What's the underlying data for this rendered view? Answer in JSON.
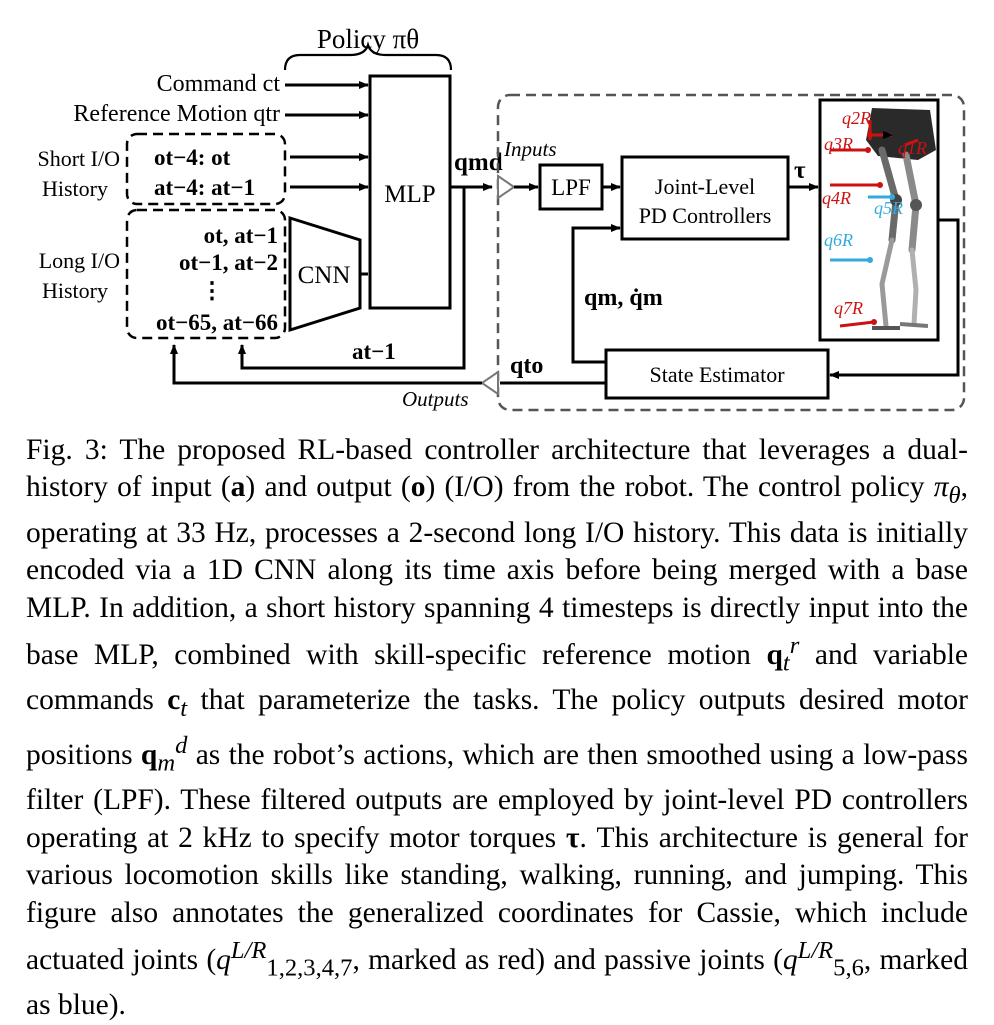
{
  "figure": {
    "policy_label": "Policy πθ",
    "command_label": "Command ct",
    "reference_label": "Reference Motion qtr",
    "short_history_label_line1": "Short I/O",
    "short_history_label_line2": "History",
    "short_row1": "ot−4: ot",
    "short_row2": "at−4: at−1",
    "long_history_label_line1": "Long I/O",
    "long_history_label_line2": "History",
    "long_row1": "ot, at−1",
    "long_row2": "ot−1, at−2",
    "long_row3": "⋮",
    "long_row4": "ot−65, at−66",
    "cnn_label": "CNN",
    "mlp_label": "MLP",
    "desired_pos_label": "qmd",
    "inputs_label": "Inputs",
    "lpf_label": "LPF",
    "pd_line1": "Joint-Level",
    "pd_line2": "PD Controllers",
    "tau_label": "τ",
    "state_feedback_label": "qm, q̇m",
    "state_estimator_label": "State Estimator",
    "observation_label": "qto",
    "outputs_label": "Outputs",
    "action_feedback_label": "at−1",
    "joint_labels": {
      "red": [
        "q2R",
        "q3R",
        "q1R",
        "q4R",
        "q7R"
      ],
      "blue": [
        "q5R",
        "q6R"
      ]
    }
  },
  "caption": {
    "prefix": "Fig. 3:",
    "text_1": "The proposed RL-based controller architecture that leverages a dual-history of input (",
    "sym_a": "a",
    "text_2": ") and output (",
    "sym_o": "o",
    "text_3": ") (I/O) from the robot. The control policy ",
    "sym_pi": "π",
    "sym_theta": "θ",
    "text_4": ", operating at 33 Hz, processes a 2-second long I/O history. This data is initially encoded via a 1D CNN along its time axis before being merged with a base MLP. In addition, a short history spanning 4 timesteps is directly input into the base MLP, combined with skill-specific reference motion ",
    "sym_q": "q",
    "sym_t": "t",
    "sym_r": "r",
    "text_5": " and variable commands ",
    "sym_c": "c",
    "text_6": " that parameterize the tasks. The policy outputs desired motor positions ",
    "sym_m": "m",
    "sym_d": "d",
    "text_7": " as the robot’s actions, which are then smoothed using a low-pass filter (LPF). These filtered outputs are employed by joint-level PD controllers operating at 2 kHz to specify motor torques ",
    "sym_tau": "τ",
    "text_8": ". This architecture is general for various locomotion skills like standing, walking, running, and jumping. This figure also annotates the generalized coordinates for Cassie, which include actuated joints (",
    "sym_q_plain": "q",
    "sym_LR": "L/R",
    "sub_actuated": "1,2,3,4,7",
    "text_9": ", marked as red) and passive joints (",
    "sub_passive": "5,6",
    "text_10": ", marked as blue)."
  },
  "colors": {
    "actuated_joint": "#cc1111",
    "passive_joint": "#33aadd",
    "dashed_box": "#555555"
  }
}
